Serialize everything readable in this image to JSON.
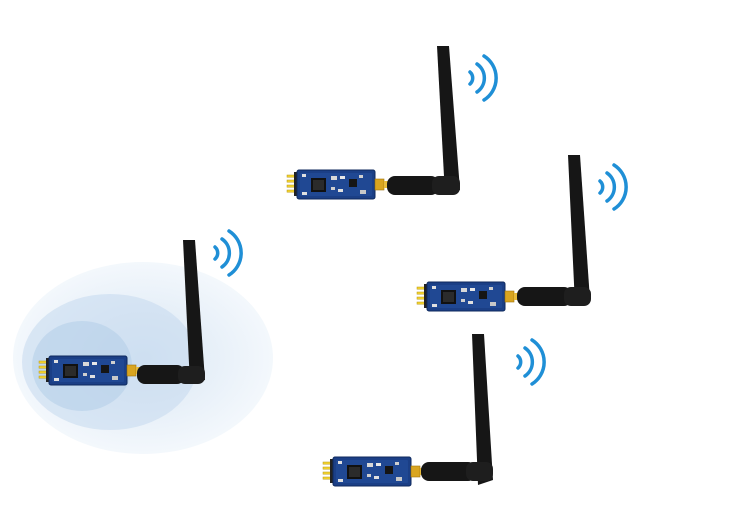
{
  "scene": {
    "background": "#ffffff",
    "halo_color": "#c9dcef",
    "wave_color": "#1f8fd6",
    "antenna_color": "#161616",
    "connector_color": "#d9a520",
    "pcb_color": "#1b3f86",
    "chip_color": "#111111",
    "pin_header_color": "#f2d22e",
    "modules": [
      {
        "role": "transmitter",
        "icon": "wireless-module-icon",
        "signal": "wifi-wave-icon"
      },
      {
        "role": "receiver",
        "icon": "wireless-module-icon",
        "signal": "wifi-wave-icon"
      },
      {
        "role": "receiver",
        "icon": "wireless-module-icon",
        "signal": "wifi-wave-icon"
      },
      {
        "role": "receiver",
        "icon": "wireless-module-icon",
        "signal": "wifi-wave-icon"
      }
    ]
  }
}
